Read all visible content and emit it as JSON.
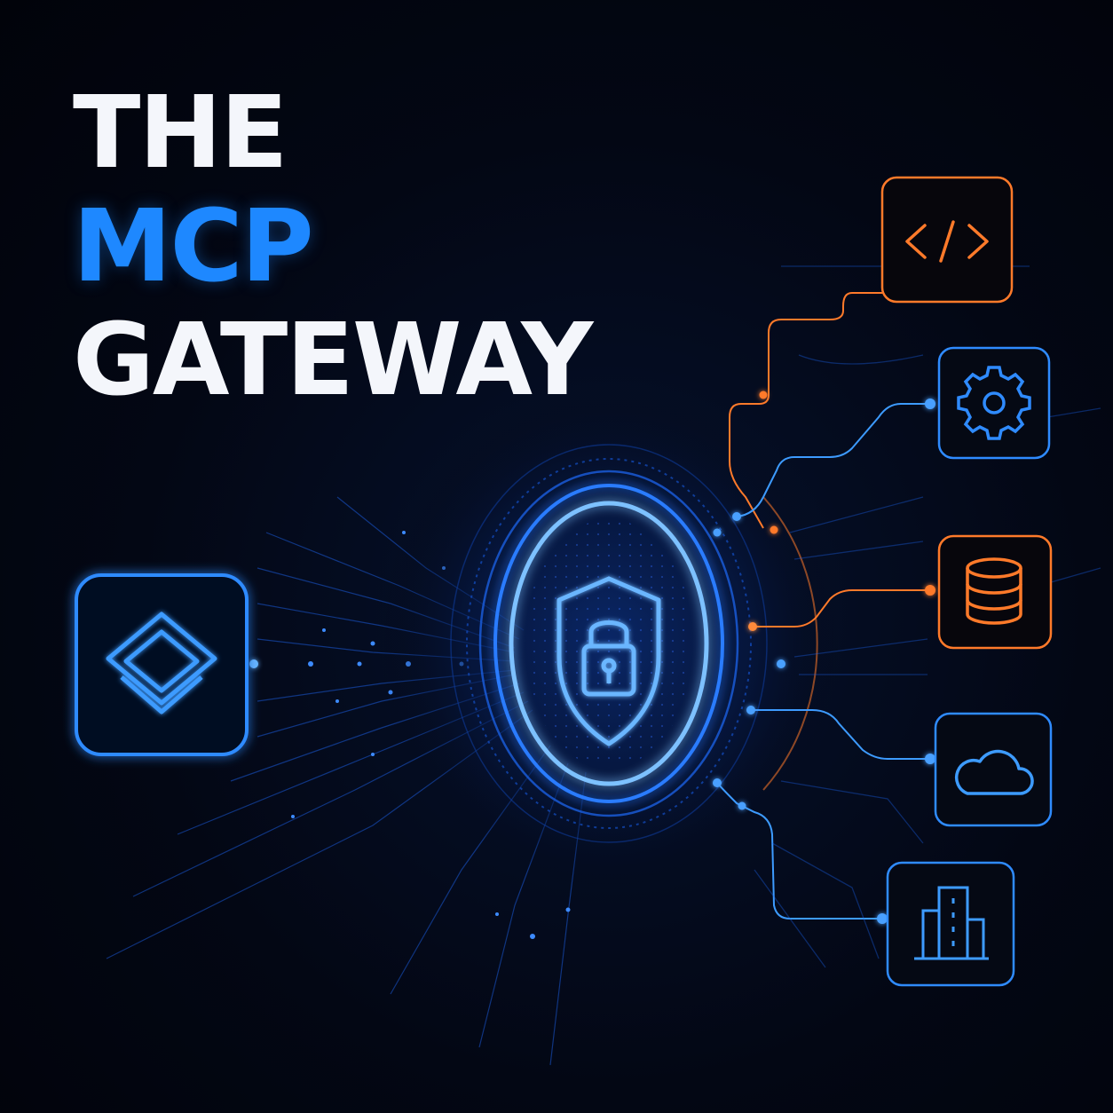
{
  "title": {
    "line1": "THE",
    "line2": "MCP",
    "line3": "GATEWAY"
  },
  "colors": {
    "background": "#02050f",
    "accent_blue": "#1e88ff",
    "accent_orange": "#ff7a2a",
    "title_white": "#f4f6fb"
  },
  "icons": {
    "client": "layered-diamond-icon",
    "gateway": "shield-lock-icon",
    "targets": [
      "code-icon",
      "gear-icon",
      "database-icon",
      "cloud-icon",
      "building-icon"
    ]
  }
}
